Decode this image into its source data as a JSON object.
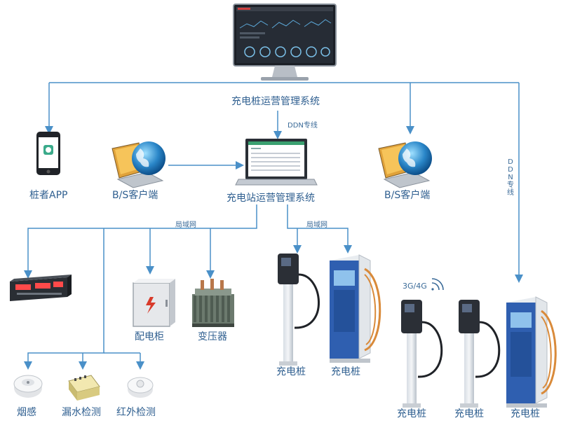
{
  "labels": {
    "central_system": "充电桩运营管理系统",
    "ddn_line_1": "DDN专线",
    "ddn_line_2": "DDN专线",
    "pile_app": "桩者APP",
    "bs_client_left": "B/S客户端",
    "bs_client_right": "B/S客户端",
    "station_system": "充电站运营管理系统",
    "lan_1": "局域网",
    "lan_2": "局域网",
    "distribution_cabinet": "配电柜",
    "transformer": "变压器",
    "smoke_sensor": "烟感",
    "leak_detection": "漏水检测",
    "infrared_detection": "红外检测",
    "charger_1": "充电桩",
    "charger_2": "充电桩",
    "charger_3": "充电桩",
    "charger_4": "充电桩",
    "charger_5": "充电桩",
    "network": "3G/4G"
  },
  "colors": {
    "line": "#4a90c8",
    "text": "#2f5f90",
    "pile_dark": "#2b2f36",
    "pile_blue": "#2f5fb0",
    "cable_orange": "#d98a3a"
  },
  "icons": [
    "monitor-icon",
    "phone-icon",
    "laptop-globe-icon",
    "laptop-icon",
    "meter-icon",
    "cabinet-icon",
    "transformer-icon",
    "smoke-sensor-icon",
    "leak-sensor-icon",
    "infrared-sensor-icon",
    "wall-charger-icon",
    "dc-charger-icon",
    "wifi-icon"
  ]
}
